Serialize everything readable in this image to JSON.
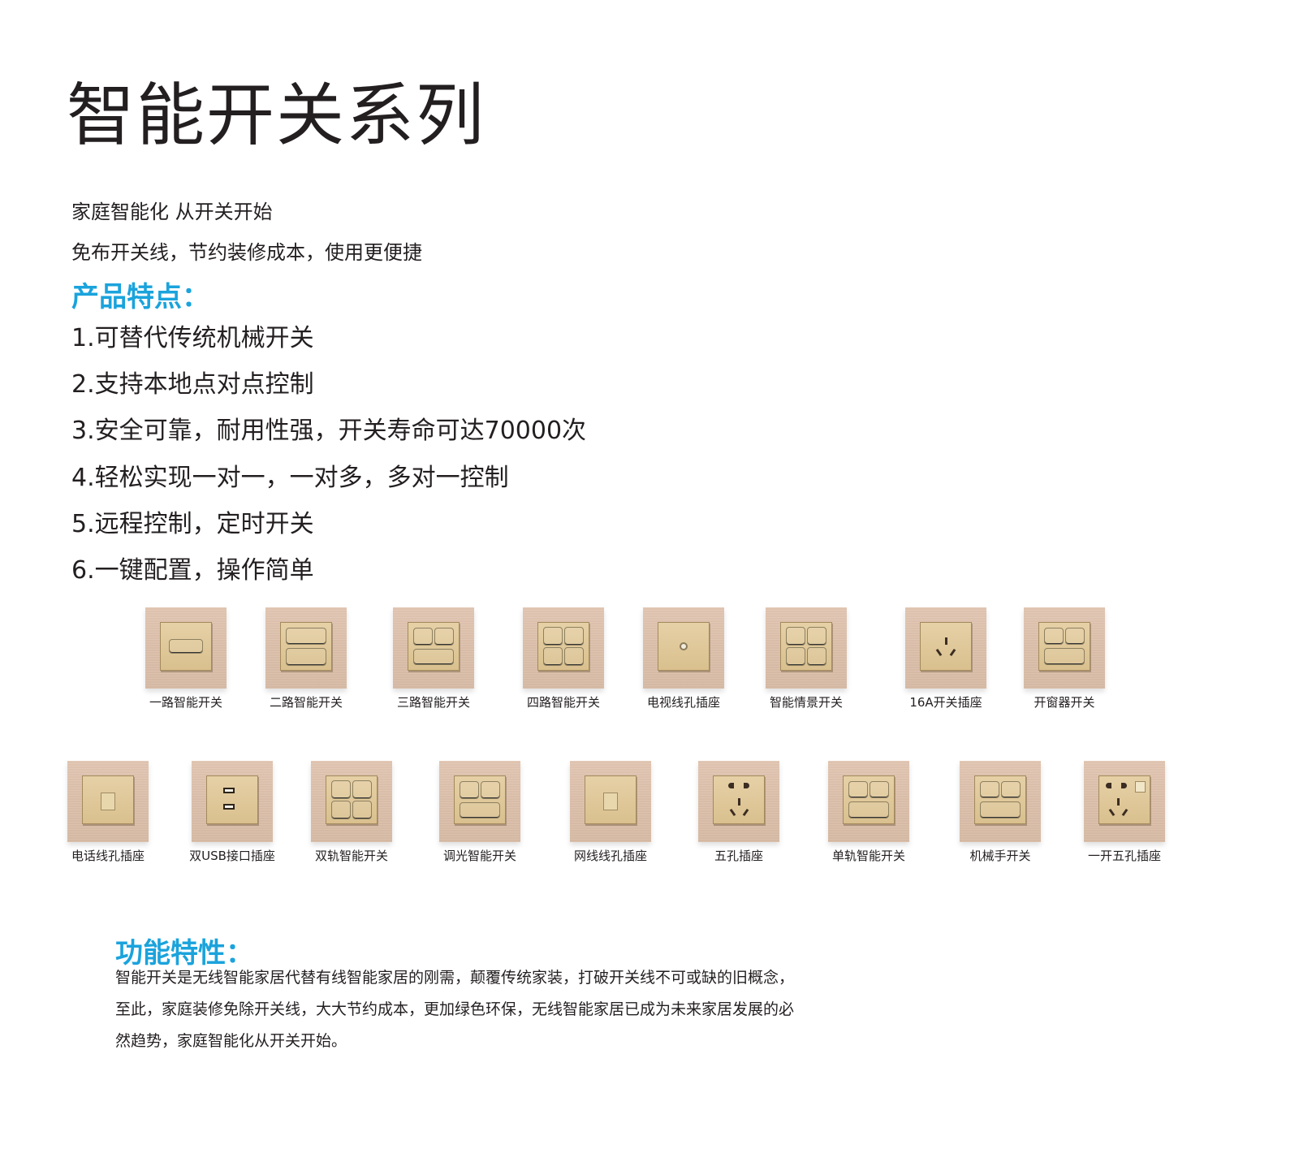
{
  "page": {
    "title": "智能开关系列",
    "intro": [
      "家庭智能化 从开关开始",
      "免布开关线，节约装修成本，使用更便捷"
    ],
    "features_heading": "产品特点：",
    "features": [
      "1.可替代传统机械开关",
      "2.支持本地点对点控制",
      "3.安全可靠，耐用性强，开关寿命可达70000次",
      "4.轻松实现一对一，一对多，多对一控制",
      "5.远程控制，定时开关",
      "6.一键配置，操作简单"
    ],
    "products_row1": [
      {
        "label": "一路智能开关",
        "icon": "one-gang-switch-icon"
      },
      {
        "label": "二路智能开关",
        "icon": "two-gang-switch-icon"
      },
      {
        "label": "三路智能开关",
        "icon": "three-gang-switch-icon"
      },
      {
        "label": "四路智能开关",
        "icon": "four-gang-switch-icon"
      },
      {
        "label": "电视线孔插座",
        "icon": "tv-socket-icon"
      },
      {
        "label": "智能情景开关",
        "icon": "scene-switch-icon"
      },
      {
        "label": "16A开关插座",
        "icon": "16a-socket-icon"
      },
      {
        "label": "开窗器开关",
        "icon": "window-opener-switch-icon"
      }
    ],
    "products_row2": [
      {
        "label": "电话线孔插座",
        "icon": "phone-socket-icon"
      },
      {
        "label": "双USB接口插座",
        "icon": "dual-usb-socket-icon"
      },
      {
        "label": "双轨智能开关",
        "icon": "dual-track-switch-icon"
      },
      {
        "label": "调光智能开关",
        "icon": "dimmer-switch-icon"
      },
      {
        "label": "网线线孔插座",
        "icon": "network-socket-icon"
      },
      {
        "label": "五孔插座",
        "icon": "five-hole-socket-icon"
      },
      {
        "label": "单轨智能开关",
        "icon": "single-track-switch-icon"
      },
      {
        "label": "机械手开关",
        "icon": "manipulator-switch-icon"
      },
      {
        "label": "一开五孔插座",
        "icon": "switch-five-hole-socket-icon"
      }
    ],
    "functions_heading": "功能特性：",
    "functions_paragraph": [
      "智能开关是无线智能家居代替有线智能家居的刚需，颠覆传统家装，打破开关线不可或缺的旧概念，",
      "至此，家庭装修免除开关线，大大节约成本，更加绿色环保，无线智能家居已成为未来家居发展的必",
      "然趋势，家庭智能化从开关开始。"
    ],
    "colors": {
      "heading_accent": "#1aa3dc",
      "text": "#231f20",
      "panel_frame": "#dcc0ab",
      "panel_plate": "#dfc89a"
    }
  }
}
